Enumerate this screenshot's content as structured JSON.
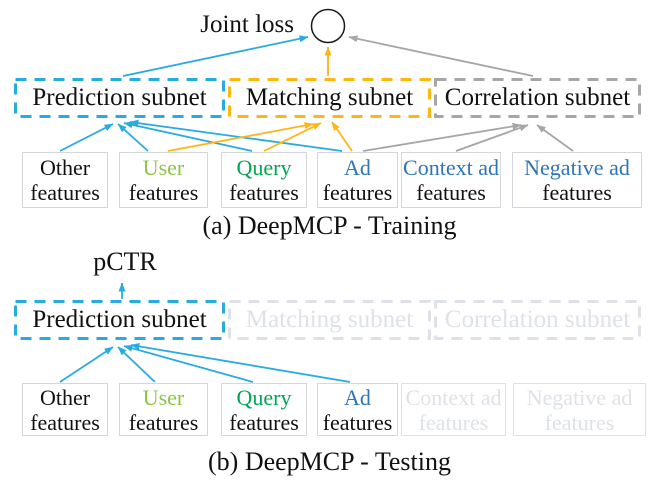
{
  "colors": {
    "blue": "#29ABE2",
    "yellow": "#FDB714",
    "gray": "#A6A6A6",
    "faded": "#DEE2E8",
    "user_green": "#8CC63F",
    "query_green": "#00A651",
    "ad_blue": "#2E75B6",
    "feature_border": "#D4D7DB",
    "text_black": "#111111"
  },
  "subnets": [
    {
      "label": "Prediction subnet"
    },
    {
      "label": "Matching subnet"
    },
    {
      "label": "Correlation subnet"
    }
  ],
  "features": [
    {
      "line1": "Other",
      "line2": "features"
    },
    {
      "line1": "User",
      "line2": "features"
    },
    {
      "line1": "Query",
      "line2": "features"
    },
    {
      "line1": "Ad",
      "line2": "features"
    },
    {
      "line1": "Context ad",
      "line2": "features"
    },
    {
      "line1": "Negative ad",
      "line2": "features"
    }
  ],
  "training": {
    "joint_loss_label": "Joint loss",
    "caption": "(a) DeepMCP - Training"
  },
  "testing": {
    "pctr_label": "pCTR",
    "caption": "(b) DeepMCP - Testing"
  }
}
